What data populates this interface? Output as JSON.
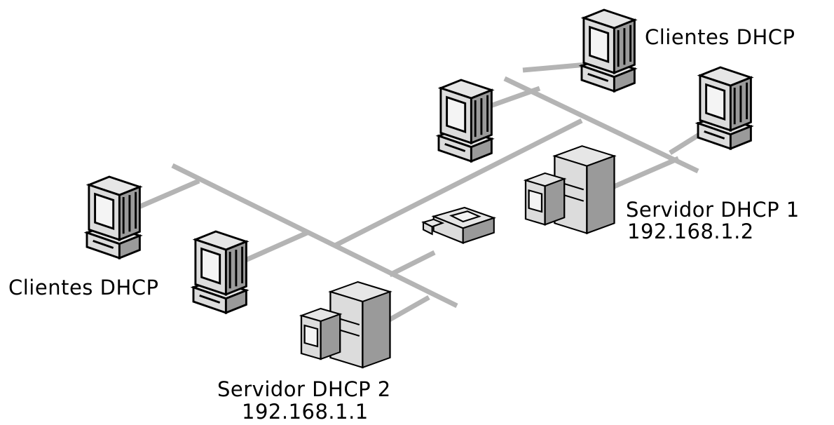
{
  "labels": {
    "clients_top": "Clientes DHCP",
    "clients_left": "Clientes DHCP",
    "server1_name": "Servidor DHCP 1",
    "server1_ip": "192.168.1.2",
    "server2_name": "Servidor DHCP 2",
    "server2_ip": "192.168.1.1"
  },
  "colors": {
    "cable": "#b4b4b4",
    "background": "#ffffff"
  },
  "icons": [
    "workstation-icon",
    "server-icon",
    "router-icon"
  ]
}
